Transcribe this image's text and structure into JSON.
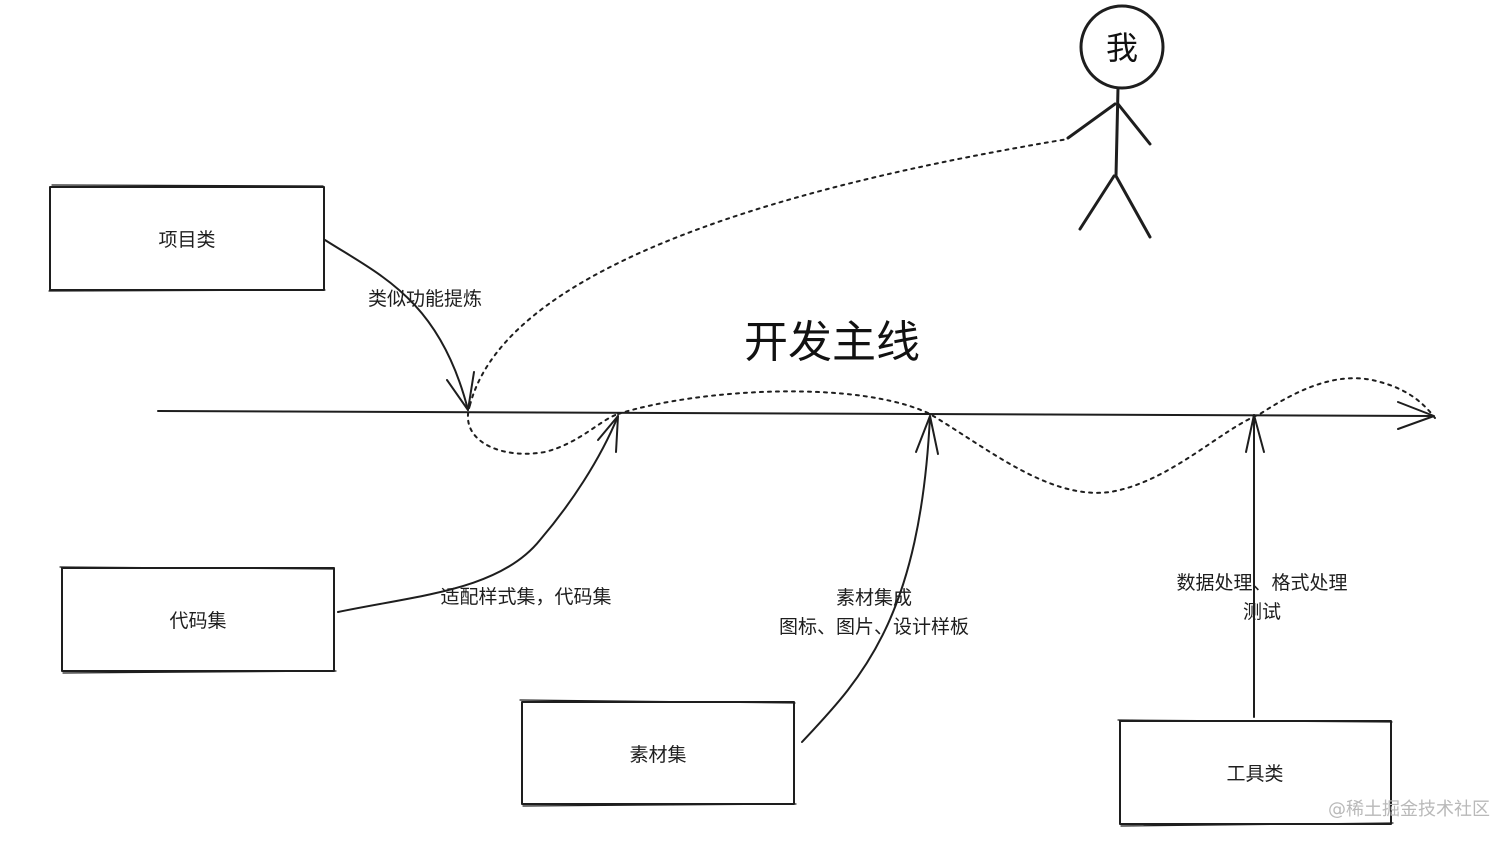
{
  "title": "开发主线",
  "me_label": "我",
  "boxes": {
    "project": "项目类",
    "code": "代码集",
    "material": "素材集",
    "tool": "工具类"
  },
  "edge_labels": {
    "project": "类似功能提炼",
    "code": "适配样式集，代码集",
    "material_line1": "素材集成",
    "material_line2": "图标、图片、设计样板",
    "tool_line1": "数据处理、格式处理",
    "tool_line2": "测试"
  },
  "watermark": "@稀土掘金技术社区"
}
